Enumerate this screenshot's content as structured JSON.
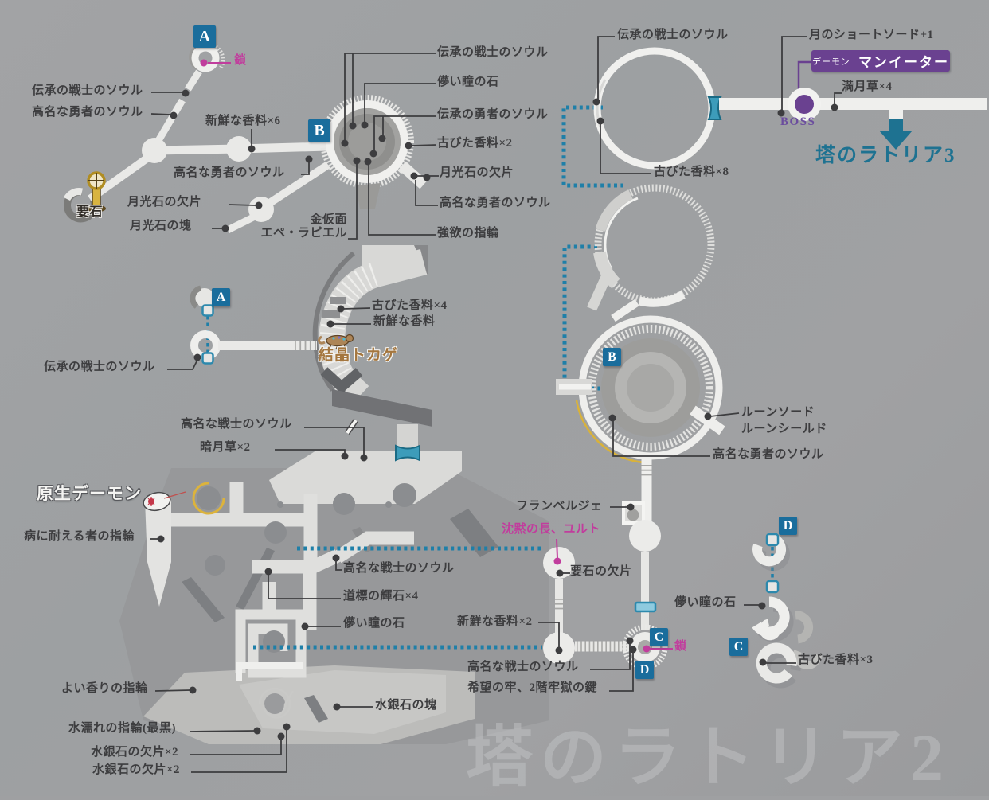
{
  "stage": {
    "current": "塔のラトリア2",
    "next": "塔のラトリア3"
  },
  "markers": {
    "a": "A",
    "b": "B",
    "c": "C",
    "d": "D"
  },
  "boss": {
    "type": "デーモン",
    "name": "マンイーター",
    "label": "BOSS"
  },
  "npcs": {
    "yurt": "沈黙の長、ユルト",
    "primeval_demon": "原生デーモン",
    "crystal_lizard": "結晶トカゲ"
  },
  "landmarks": {
    "archstone": "要石",
    "chain": "鎖"
  },
  "items": {
    "soul_warrior_legend": "伝承の戦士のソウル",
    "soul_hero_legend": "伝承の勇者のソウル",
    "soul_hero_famous": "高名な勇者のソウル",
    "soul_warrior_famous": "高名な戦士のソウル",
    "fresh_spice_x6": "新鮮な香料×6",
    "fresh_spice": "新鮮な香料",
    "fresh_spice_x2": "新鮮な香料×2",
    "old_spice_x2": "古びた香料×2",
    "old_spice_x4": "古びた香料×4",
    "old_spice_x8": "古びた香料×8",
    "old_spice_x3": "古びた香料×3",
    "eye_stone": "儚い瞳の石",
    "moonlightstone_shard": "月光石の欠片",
    "moonlightstone_chunk": "月光石の塊",
    "ring_of_avarice": "強欲の指輪",
    "gold_mask": "金仮面",
    "epee_rapier": "エペ・ラピエル",
    "moon_shortsword": "月のショートソード+1",
    "fullmoon_grass_x4": "満月草×4",
    "rune_sword": "ルーンソード",
    "rune_shield": "ルーンシールド",
    "flamberge": "フランベルジェ",
    "keystone_shard": "要石の欠片",
    "prison_key": "希望の牢、2階牢獄の鍵",
    "darkmoon_grass_x2": "暗月草×2",
    "ring_of_disease": "病に耐える者の指輪",
    "guidepost_gem_x4": "道標の輝石×4",
    "ring_of_fragrance": "よい香りの指輪",
    "quicksilver_chunk": "水銀石の塊",
    "ring_of_soggy": "水濡れの指輪(最黒)",
    "quicksilver_shard_x2": "水銀石の欠片×2"
  },
  "colors": {
    "badge_blue": "#1a6d9c",
    "magenta": "#c13d9d",
    "boss_purple": "#6a4190",
    "teal": "#1e7291",
    "dotted_teal": "#1f7fa8",
    "gold_arc": "#d9b23a"
  }
}
